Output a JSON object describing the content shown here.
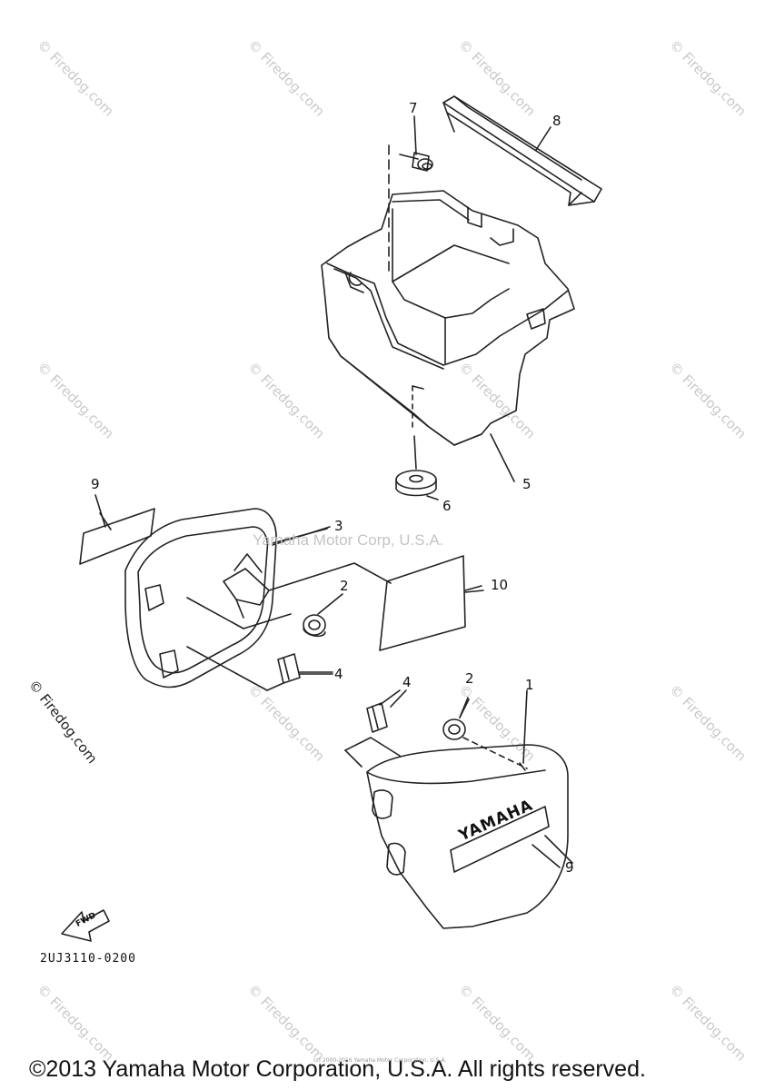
{
  "callouts": {
    "c1": "1",
    "c2a": "2",
    "c2b": "2",
    "c3": "3",
    "c4a": "4",
    "c4b": "4",
    "c5": "5",
    "c6": "6",
    "c7": "7",
    "c8": "8",
    "c9a": "9",
    "c9b": "9",
    "c10": "10"
  },
  "emblem": {
    "brand": "YAMAHA",
    "fwd": "FWD"
  },
  "watermarks": {
    "firedog": "© Firedog.com",
    "center": "Yamaha Motor Corp, U.S.A.",
    "side": "© Firedog.com",
    "tiny": "(c) 2000-2016 Yamaha Motor Corporation, U.S.A."
  },
  "part_code": "2UJ3110-0200",
  "copyright": "©2013 Yamaha Motor Corporation, U.S.A. All rights reserved.",
  "colors": {
    "line": "#222222",
    "watermark": "#c9c9c9"
  }
}
